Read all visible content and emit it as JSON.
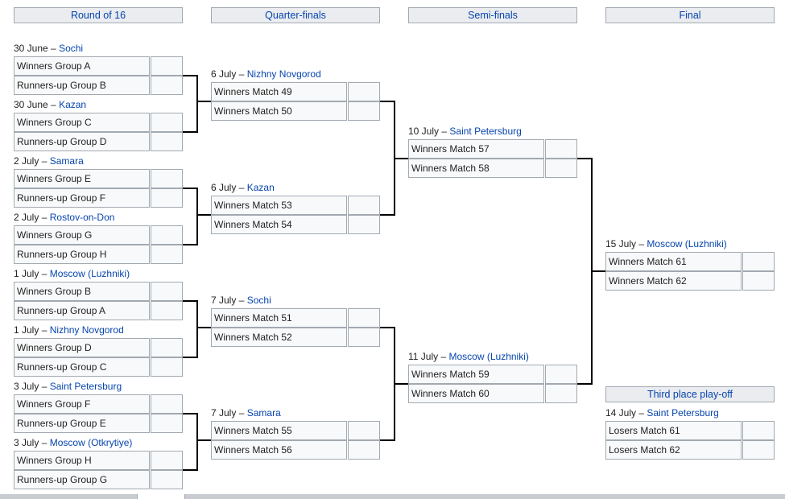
{
  "rounds": {
    "r16": "Round of 16",
    "qf": "Quarter-finals",
    "sf": "Semi-finals",
    "final": "Final",
    "third": "Third place play-off"
  },
  "r16": [
    {
      "date": "30 June",
      "sep": "–",
      "venue": "Sochi",
      "teams": [
        "Winners Group A",
        "Runners-up Group B"
      ]
    },
    {
      "date": "30 June",
      "sep": "–",
      "venue": "Kazan",
      "teams": [
        "Winners Group C",
        "Runners-up Group D"
      ]
    },
    {
      "date": "2 July",
      "sep": "–",
      "venue": "Samara",
      "teams": [
        "Winners Group E",
        "Runners-up Group F"
      ]
    },
    {
      "date": "2 July",
      "sep": "–",
      "venue": "Rostov-on-Don",
      "teams": [
        "Winners Group G",
        "Runners-up Group H"
      ]
    },
    {
      "date": "1 July",
      "sep": "–",
      "venue": "Moscow (Luzhniki)",
      "teams": [
        "Winners Group B",
        "Runners-up Group A"
      ]
    },
    {
      "date": "1 July",
      "sep": "–",
      "venue": "Nizhny Novgorod",
      "teams": [
        "Winners Group D",
        "Runners-up Group C"
      ]
    },
    {
      "date": "3 July",
      "sep": "–",
      "venue": "Saint Petersburg",
      "teams": [
        "Winners Group F",
        "Runners-up Group E"
      ]
    },
    {
      "date": "3 July",
      "sep": "–",
      "venue": "Moscow (Otkrytiye)",
      "teams": [
        "Winners Group H",
        "Runners-up Group G"
      ]
    }
  ],
  "qf": [
    {
      "date": "6 July",
      "sep": "–",
      "venue": "Nizhny Novgorod",
      "teams": [
        "Winners Match 49",
        "Winners Match 50"
      ]
    },
    {
      "date": "6 July",
      "sep": "–",
      "venue": "Kazan",
      "teams": [
        "Winners Match 53",
        "Winners Match 54"
      ]
    },
    {
      "date": "7 July",
      "sep": "–",
      "venue": "Sochi",
      "teams": [
        "Winners Match 51",
        "Winners Match 52"
      ]
    },
    {
      "date": "7 July",
      "sep": "–",
      "venue": "Samara",
      "teams": [
        "Winners Match 55",
        "Winners Match 56"
      ]
    }
  ],
  "sf": [
    {
      "date": "10 July",
      "sep": "–",
      "venue": "Saint Petersburg",
      "teams": [
        "Winners Match 57",
        "Winners Match 58"
      ]
    },
    {
      "date": "11 July",
      "sep": "–",
      "venue": "Moscow (Luzhniki)",
      "teams": [
        "Winners Match 59",
        "Winners Match 60"
      ]
    }
  ],
  "final": [
    {
      "date": "15 July",
      "sep": "–",
      "venue": "Moscow (Luzhniki)",
      "teams": [
        "Winners Match 61",
        "Winners Match 62"
      ]
    }
  ],
  "third": [
    {
      "date": "14 July",
      "sep": "–",
      "venue": "Saint Petersburg",
      "teams": [
        "Losers Match 61",
        "Losers Match 62"
      ]
    }
  ]
}
